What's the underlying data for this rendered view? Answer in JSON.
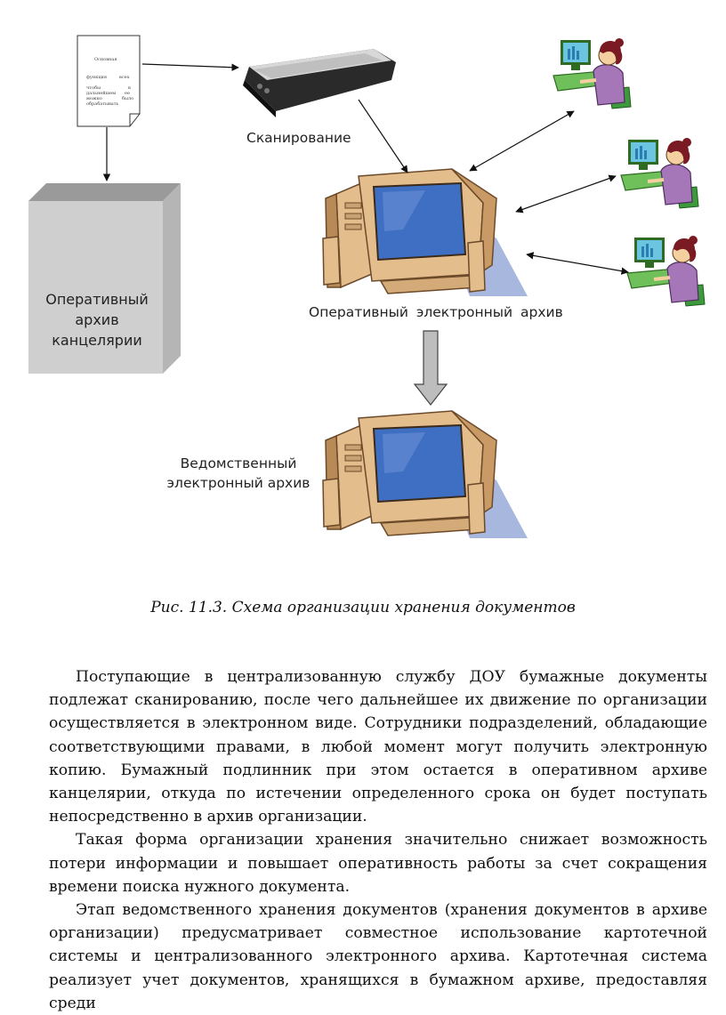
{
  "diagram": {
    "paper_doc_lines": [
      "Основная",
      "функция",
      "всех",
      "чтобы",
      "в",
      "дальнейшем",
      "ее",
      "можно",
      "было",
      "обрабатывать"
    ],
    "scanning_label": "Сканирование",
    "office_archive_label": [
      "Оперативный",
      "архив",
      "канцелярии"
    ],
    "operative_archive_label": "Оперативный электронный архив",
    "departmental_archive_label": [
      "Ведомственный",
      "электронный архив"
    ],
    "colors": {
      "box_face": "#cfcfcf",
      "monitor_screen": "#3f6fc2",
      "monitor_case": "#e4bd8c",
      "shadow": "#a7b7dd",
      "user_hair": "#7a1a22",
      "user_shirt": "#a576b8",
      "desk": "#6fbf5a"
    }
  },
  "caption": "Рис. 11.3. Схема организации хранения документов",
  "body_paragraphs": [
    "Поступающие в централизованную службу ДОУ бумажные документы подлежат сканированию, после чего дальнейшее их движение по организации осуществляется в электронном виде. Сотрудники подразделений, обладающие соответствующими правами, в любой момент могут получить электронную копию. Бумажный подлинник при этом остается в оперативном архиве канцелярии, откуда по истечении определенного срока он будет поступать непосредственно в архив организации.",
    "Такая форма организации хранения значительно снижает возможность потери информации и повышает оперативность работы за счет сокращения времени поиска нужного документа.",
    "Этап ведомственного хранения документов (хранения документов в архиве организации) предусматривает совместное использование картотечной системы и централизованного электронного архива. Картотечная система реализует учет документов, хранящихся в бумажном архиве, предоставляя среди"
  ]
}
